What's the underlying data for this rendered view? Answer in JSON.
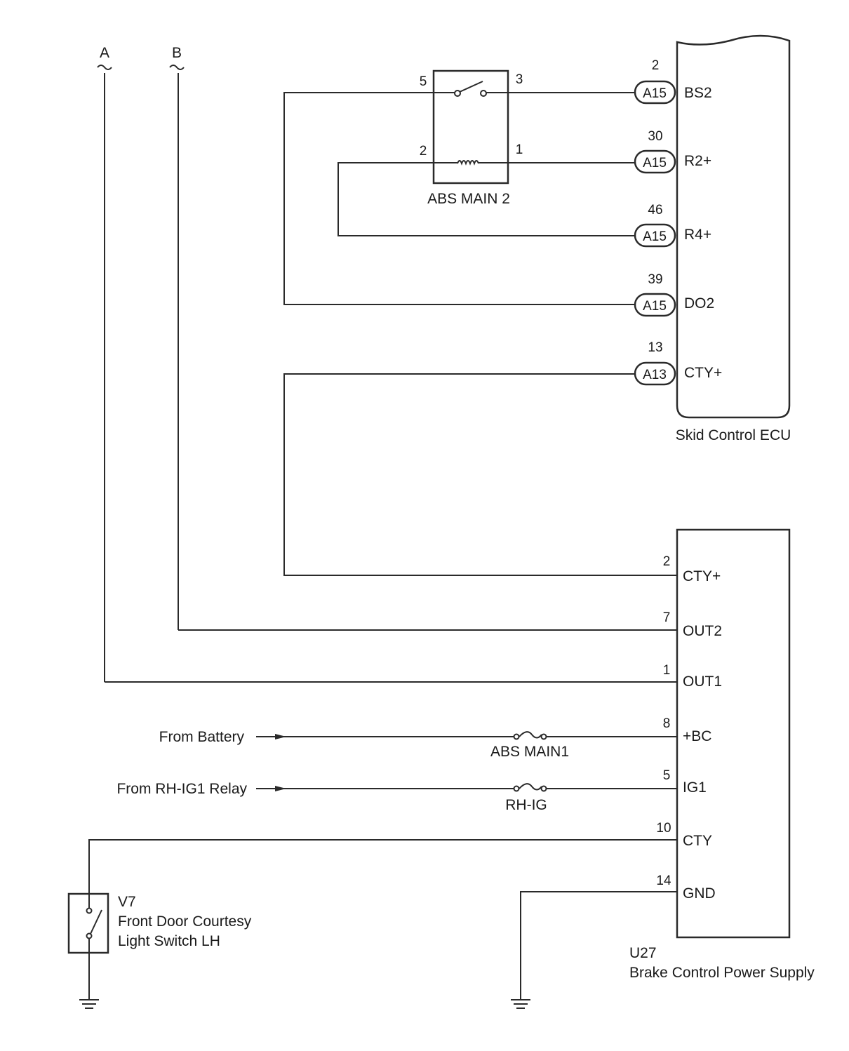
{
  "off_page_refs": [
    "A",
    "B"
  ],
  "skid_ecu": {
    "name": "Skid Control ECU",
    "terminals": [
      {
        "pin": "2",
        "connector": "A15",
        "label": "BS2"
      },
      {
        "pin": "30",
        "connector": "A15",
        "label": "R2+"
      },
      {
        "pin": "46",
        "connector": "A15",
        "label": "R4+"
      },
      {
        "pin": "39",
        "connector": "A15",
        "label": "DO2"
      },
      {
        "pin": "13",
        "connector": "A13",
        "label": "CTY+"
      }
    ]
  },
  "relay": {
    "name": "ABS MAIN 2",
    "pins": [
      "5",
      "3",
      "2",
      "1"
    ]
  },
  "power_supply": {
    "code": "U27",
    "name": "Brake Control Power Supply",
    "terminals": [
      {
        "pin": "2",
        "label": "CTY+"
      },
      {
        "pin": "7",
        "label": "OUT2"
      },
      {
        "pin": "1",
        "label": "OUT1"
      },
      {
        "pin": "8",
        "label": "+BC"
      },
      {
        "pin": "5",
        "label": "IG1"
      },
      {
        "pin": "10",
        "label": "CTY"
      },
      {
        "pin": "14",
        "label": "GND"
      }
    ]
  },
  "sources": [
    {
      "text": "From Battery",
      "fuse": "ABS MAIN1"
    },
    {
      "text": "From RH-IG1 Relay",
      "fuse": "RH-IG"
    }
  ],
  "door_switch": {
    "code": "V7",
    "line1": "Front Door Courtesy",
    "line2": "Light Switch LH"
  }
}
